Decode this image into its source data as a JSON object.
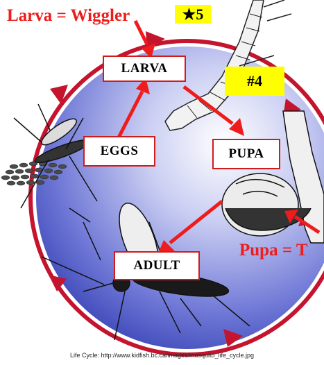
{
  "labels": {
    "larva_caption": "Larva = Wiggler",
    "larva_badge": "★5",
    "number_badge": "#4",
    "pupa_caption": "Pupa = T"
  },
  "stages": {
    "larva": "LARVA",
    "pupa": "PUPA",
    "eggs": "EGGS",
    "adult": "ADULT"
  },
  "credit": "Life Cycle: http://www.kidfish.bc.ca/images/mosquito_life_cycle.jpg",
  "colors": {
    "accent_red": "#ee1c1c",
    "badge_yellow": "#ffff00",
    "circle_light": "#ffffff",
    "circle_dark": "#3b46b8"
  }
}
